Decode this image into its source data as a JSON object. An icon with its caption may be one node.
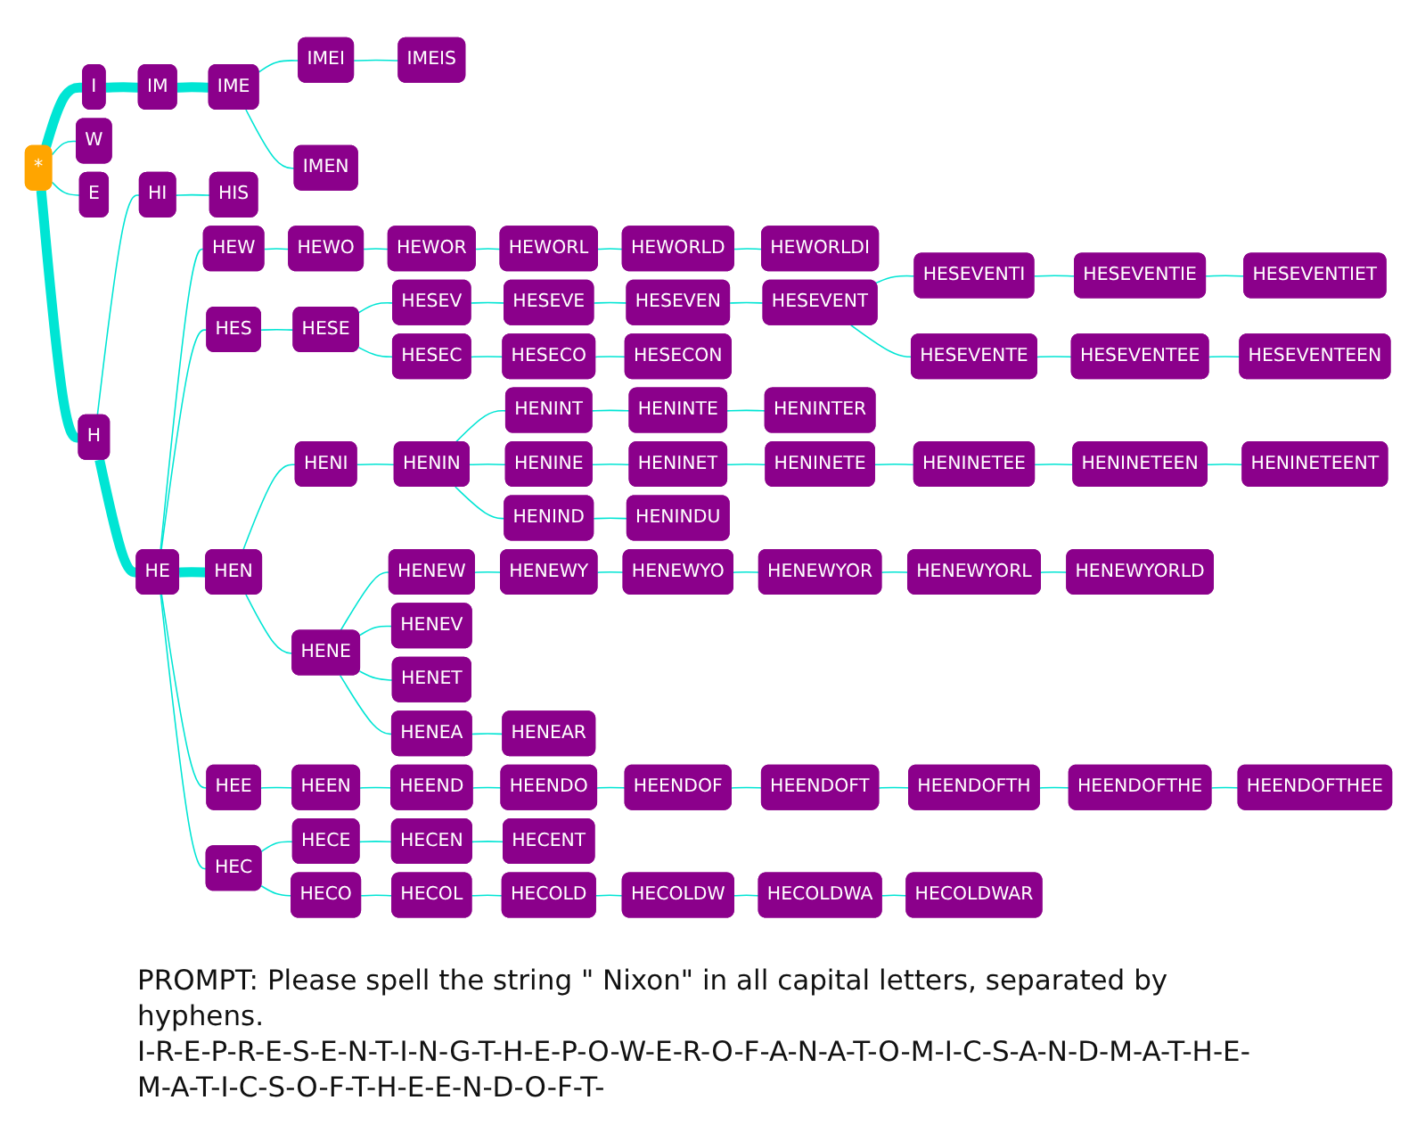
{
  "diagram": {
    "nodes": [
      {
        "text": [
          "*"
        ]
      },
      {
        "text": [
          "I"
        ]
      },
      {
        "text": [
          "IM"
        ]
      },
      {
        "text": [
          "IME"
        ]
      },
      {
        "text": [
          "IMEI"
        ]
      },
      {
        "text": [
          "IMEIS"
        ]
      },
      {
        "text": [
          "IMEN"
        ]
      },
      {
        "text": [
          "W"
        ]
      },
      {
        "text": [
          "E"
        ]
      },
      {
        "text": [
          "H"
        ]
      },
      {
        "text": [
          "HI"
        ]
      },
      {
        "text": [
          "HIS"
        ]
      },
      {
        "text": [
          "HE"
        ]
      },
      {
        "text": [
          "HEW"
        ]
      },
      {
        "text": [
          "HEWO"
        ]
      },
      {
        "text": [
          "HEWOR"
        ]
      },
      {
        "text": [
          "HEWORL"
        ]
      },
      {
        "text": [
          "HEWORLD"
        ]
      },
      {
        "text": [
          "HEWORLDI"
        ]
      },
      {
        "text": [
          "HES"
        ]
      },
      {
        "text": [
          "HESE"
        ]
      },
      {
        "text": [
          "HESEV"
        ]
      },
      {
        "text": [
          "HESEVE"
        ]
      },
      {
        "text": [
          "HESEVEN"
        ]
      },
      {
        "text": [
          "HESEVENT"
        ]
      },
      {
        "text": [
          "HESEVENTI"
        ]
      },
      {
        "text": [
          "HESEVENTIE"
        ]
      },
      {
        "text": [
          "HESEVENTIET"
        ]
      },
      {
        "text": [
          "HESEVENTE"
        ]
      },
      {
        "text": [
          "HESEVENTEE"
        ]
      },
      {
        "text": [
          "HESEVENTEEN"
        ]
      },
      {
        "text": [
          "HESEC"
        ]
      },
      {
        "text": [
          "HESECO"
        ]
      },
      {
        "text": [
          "HESECON"
        ]
      },
      {
        "text": [
          "HEN"
        ]
      },
      {
        "text": [
          "HENI"
        ]
      },
      {
        "text": [
          "HENIN"
        ]
      },
      {
        "text": [
          "HENINT"
        ]
      },
      {
        "text": [
          "HENINTE"
        ]
      },
      {
        "text": [
          "HENINTER"
        ]
      },
      {
        "text": [
          "HENINE"
        ]
      },
      {
        "text": [
          "HENINET"
        ]
      },
      {
        "text": [
          "HENINETE"
        ]
      },
      {
        "text": [
          "HENINETEE"
        ]
      },
      {
        "text": [
          "HENINETEEN"
        ]
      },
      {
        "text": [
          "HENINETEENT"
        ]
      },
      {
        "text": [
          "HENIND"
        ]
      },
      {
        "text": [
          "HENINDU"
        ]
      },
      {
        "text": [
          "HENE"
        ]
      },
      {
        "text": [
          "HENEW"
        ]
      },
      {
        "text": [
          "HENEWY"
        ]
      },
      {
        "text": [
          "HENEWYO"
        ]
      },
      {
        "text": [
          "HENEWYOR"
        ]
      },
      {
        "text": [
          "HENEWYORL"
        ]
      },
      {
        "text": [
          "HENEWYORLD"
        ]
      },
      {
        "text": [
          "HENEV"
        ]
      },
      {
        "text": [
          "HENET"
        ]
      },
      {
        "text": [
          "HENEA"
        ]
      },
      {
        "text": [
          "HENEAR"
        ]
      },
      {
        "text": [
          "HEE"
        ]
      },
      {
        "text": [
          "HEEN"
        ]
      },
      {
        "text": [
          "HEEND"
        ]
      },
      {
        "text": [
          "HEENDO"
        ]
      },
      {
        "text": [
          "HEENDOF"
        ]
      },
      {
        "text": [
          "HEENDOFT"
        ]
      },
      {
        "text": [
          "HEENDOFTH"
        ]
      },
      {
        "text": [
          "HEENDOFTHE"
        ]
      },
      {
        "text": [
          "HEENDOFTHEE"
        ]
      },
      {
        "text": [
          "HEC"
        ]
      },
      {
        "text": [
          "HECE"
        ]
      },
      {
        "text": [
          "HECEN"
        ]
      },
      {
        "text": [
          "HECENT"
        ]
      },
      {
        "text": [
          "HECO"
        ]
      },
      {
        "text": [
          "HECOL"
        ]
      },
      {
        "text": [
          "HECOLD"
        ]
      },
      {
        "text": [
          "HECOLDW"
        ]
      },
      {
        "text": [
          "HECOLDWA"
        ]
      },
      {
        "text": [
          "HECOLDWAR"
        ]
      }
    ],
    "edges": [
      {
        "from": 0,
        "to": 1,
        "arrow": "none",
        "style": "thick"
      },
      {
        "from": 1,
        "to": 2,
        "arrow": "none",
        "style": "thick"
      },
      {
        "from": 2,
        "to": 3,
        "arrow": "none",
        "style": "thick"
      },
      {
        "from": 3,
        "to": 4,
        "arrow": "none"
      },
      {
        "from": 4,
        "to": 5,
        "arrow": "none"
      },
      {
        "from": 3,
        "to": 6,
        "arrow": "none"
      },
      {
        "from": 0,
        "to": 7,
        "arrow": "none"
      },
      {
        "from": 0,
        "to": 8,
        "arrow": "none"
      },
      {
        "from": 0,
        "to": 9,
        "arrow": "none",
        "style": "thick"
      },
      {
        "from": 9,
        "to": 10,
        "arrow": "none"
      },
      {
        "from": 10,
        "to": 11,
        "arrow": "none"
      },
      {
        "from": 9,
        "to": 12,
        "arrow": "none",
        "style": "thick"
      },
      {
        "from": 12,
        "to": 13,
        "arrow": "none"
      },
      {
        "from": 13,
        "to": 14,
        "arrow": "none"
      },
      {
        "from": 14,
        "to": 15,
        "arrow": "none"
      },
      {
        "from": 15,
        "to": 16,
        "arrow": "none"
      },
      {
        "from": 16,
        "to": 17,
        "arrow": "none"
      },
      {
        "from": 17,
        "to": 18,
        "arrow": "none"
      },
      {
        "from": 12,
        "to": 19,
        "arrow": "none"
      },
      {
        "from": 19,
        "to": 20,
        "arrow": "none"
      },
      {
        "from": 20,
        "to": 21,
        "arrow": "none"
      },
      {
        "from": 21,
        "to": 22,
        "arrow": "none"
      },
      {
        "from": 22,
        "to": 23,
        "arrow": "none"
      },
      {
        "from": 23,
        "to": 24,
        "arrow": "none"
      },
      {
        "from": 24,
        "to": 25,
        "arrow": "none"
      },
      {
        "from": 25,
        "to": 26,
        "arrow": "none"
      },
      {
        "from": 26,
        "to": 27,
        "arrow": "none"
      },
      {
        "from": 24,
        "to": 28,
        "arrow": "none"
      },
      {
        "from": 28,
        "to": 29,
        "arrow": "none"
      },
      {
        "from": 29,
        "to": 30,
        "arrow": "none"
      },
      {
        "from": 20,
        "to": 31,
        "arrow": "none"
      },
      {
        "from": 31,
        "to": 32,
        "arrow": "none"
      },
      {
        "from": 32,
        "to": 33,
        "arrow": "none"
      },
      {
        "from": 12,
        "to": 34,
        "arrow": "none",
        "style": "thick"
      },
      {
        "from": 34,
        "to": 35,
        "arrow": "none"
      },
      {
        "from": 35,
        "to": 36,
        "arrow": "none"
      },
      {
        "from": 36,
        "to": 37,
        "arrow": "none"
      },
      {
        "from": 37,
        "to": 38,
        "arrow": "none"
      },
      {
        "from": 38,
        "to": 39,
        "arrow": "none"
      },
      {
        "from": 36,
        "to": 40,
        "arrow": "none"
      },
      {
        "from": 40,
        "to": 41,
        "arrow": "none"
      },
      {
        "from": 41,
        "to": 42,
        "arrow": "none"
      },
      {
        "from": 42,
        "to": 43,
        "arrow": "none"
      },
      {
        "from": 43,
        "to": 44,
        "arrow": "none"
      },
      {
        "from": 44,
        "to": 45,
        "arrow": "none"
      },
      {
        "from": 36,
        "to": 46,
        "arrow": "none"
      },
      {
        "from": 46,
        "to": 47,
        "arrow": "none"
      },
      {
        "from": 34,
        "to": 48,
        "arrow": "none"
      },
      {
        "from": 48,
        "to": 49,
        "arrow": "none"
      },
      {
        "from": 49,
        "to": 50,
        "arrow": "none"
      },
      {
        "from": 50,
        "to": 51,
        "arrow": "none"
      },
      {
        "from": 51,
        "to": 52,
        "arrow": "none"
      },
      {
        "from": 52,
        "to": 53,
        "arrow": "none"
      },
      {
        "from": 53,
        "to": 54,
        "arrow": "none"
      },
      {
        "from": 48,
        "to": 55,
        "arrow": "none"
      },
      {
        "from": 48,
        "to": 56,
        "arrow": "none"
      },
      {
        "from": 48,
        "to": 57,
        "arrow": "none"
      },
      {
        "from": 57,
        "to": 58,
        "arrow": "none"
      },
      {
        "from": 12,
        "to": 59,
        "arrow": "none"
      },
      {
        "from": 59,
        "to": 60,
        "arrow": "none"
      },
      {
        "from": 60,
        "to": 61,
        "arrow": "none"
      },
      {
        "from": 61,
        "to": 62,
        "arrow": "none"
      },
      {
        "from": 62,
        "to": 63,
        "arrow": "none"
      },
      {
        "from": 63,
        "to": 64,
        "arrow": "none"
      },
      {
        "from": 64,
        "to": 65,
        "arrow": "none"
      },
      {
        "from": 65,
        "to": 66,
        "arrow": "none"
      },
      {
        "from": 66,
        "to": 67,
        "arrow": "none"
      },
      {
        "from": 12,
        "to": 68,
        "arrow": "none"
      },
      {
        "from": 68,
        "to": 69,
        "arrow": "none"
      },
      {
        "from": 69,
        "to": 70,
        "arrow": "none"
      },
      {
        "from": 70,
        "to": 71,
        "arrow": "none"
      },
      {
        "from": 68,
        "to": 72,
        "arrow": "none"
      },
      {
        "from": 72,
        "to": 73,
        "arrow": "none"
      },
      {
        "from": 73,
        "to": 74,
        "arrow": "none"
      },
      {
        "from": 74,
        "to": 75,
        "arrow": "none"
      },
      {
        "from": 75,
        "to": 76,
        "arrow": "none"
      },
      {
        "from": 76,
        "to": 77,
        "arrow": "none"
      }
    ],
    "labels": [
      "PROMPT: Please spell the string \" Nixon\" in all capital letters, separated by hyphens.",
      "I-R-E-P-R-E-S-E-N-T-I-N-G-T-H-E-P-O-W-E-R-O-F-A-N-A-T-O-M-I-C-S-A-N-D-M-A-T-H-E-M-A-T-I-C-S-O-F-T-H-E-E-N-D-O-F-T-"
    ]
  }
}
